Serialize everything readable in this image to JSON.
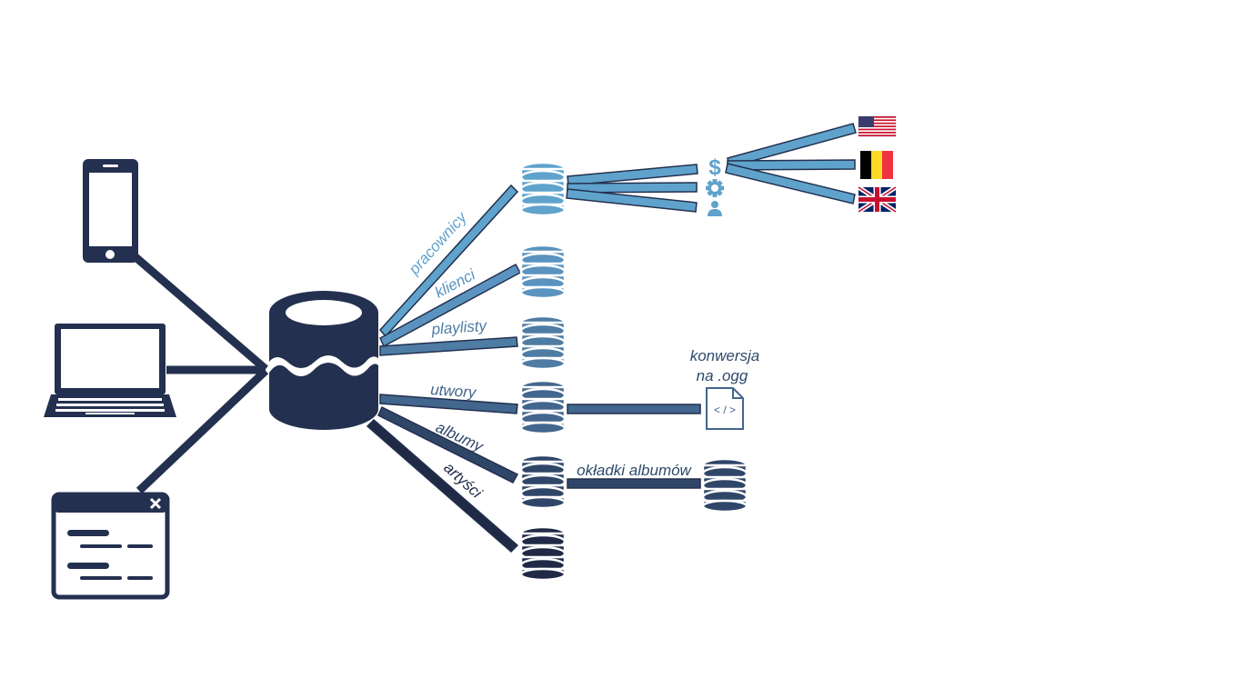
{
  "colors": {
    "navy": "#23304f",
    "tier1": "#5fa3cc",
    "tier2": "#5a93bf",
    "tier3": "#4e7ca4",
    "tier4": "#42668d",
    "tier5": "#2f4669",
    "tier6": "#202a46",
    "accent": "#5fa3cc"
  },
  "clients": [
    {
      "name": "smartphone",
      "icon": "smartphone-icon"
    },
    {
      "name": "laptop",
      "icon": "laptop-icon"
    },
    {
      "name": "application-window",
      "icon": "app-window-icon"
    }
  ],
  "central_db": {
    "icon": "data-lake-database-icon"
  },
  "branches": [
    {
      "label": "pracownicy",
      "color": "#5fa3cc"
    },
    {
      "label": "klienci",
      "color": "#5a93bf"
    },
    {
      "label": "playlisty",
      "color": "#4e7ca4"
    },
    {
      "label": "utwory",
      "color": "#42668d"
    },
    {
      "label": "albumy",
      "color": "#2f4669"
    },
    {
      "label": "artyści",
      "color": "#202a46"
    }
  ],
  "employee_attributes": [
    {
      "icon": "dollar-icon",
      "glyph": "$"
    },
    {
      "icon": "gear-icon"
    },
    {
      "icon": "person-icon"
    }
  ],
  "countries": [
    {
      "icon": "usa-flag-icon"
    },
    {
      "icon": "belgium-flag-icon"
    },
    {
      "icon": "uk-flag-icon"
    }
  ],
  "conversion": {
    "line1": "konwersja",
    "line2": "na .ogg",
    "file_glyph": "< / >",
    "icon": "code-file-icon"
  },
  "covers": {
    "label": "okładki albumów",
    "icon": "database-icon"
  }
}
